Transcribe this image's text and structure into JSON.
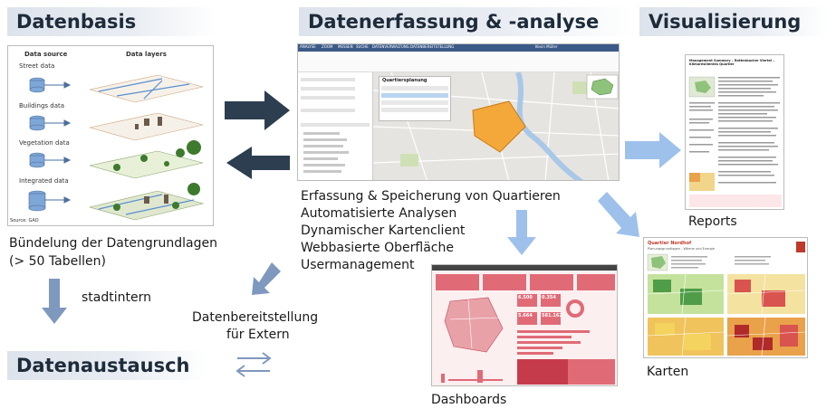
{
  "headers": {
    "datenbasis": "Datenbasis",
    "erfassung": "Datenerfassung & -analyse",
    "visualisierung": "Visualisierung",
    "austausch": "Datenaustausch"
  },
  "datenbasis_panel": {
    "col_source": "Data source",
    "col_layers": "Data layers",
    "items": [
      "Street data",
      "Buildings data",
      "Vegetation data",
      "Integrated data"
    ],
    "source_note": "Source: GAO"
  },
  "datenbasis_text": [
    "Bündelung der Datengrundlagen",
    "(> 50 Tabellen)"
  ],
  "stadtintern": "stadtintern",
  "bereitstellung": [
    "Datenbereitstellung",
    "für Extern"
  ],
  "features": [
    "Erfassung & Speicherung von Quartieren",
    "Automatisierte Analysen",
    "Dynamischer Kartenclient",
    "Webbasierte Oberfläche",
    "Usermanagement"
  ],
  "outputs": {
    "reports": "Reports",
    "karten": "Karten",
    "dashboards": "Dashboards"
  },
  "app": {
    "tabs": [
      "ANALYSE",
      "ZOOM",
      "MESSEN",
      "SUCHE",
      "DATENVERWALTUNG",
      "DATENBEREITSTELLUNG"
    ],
    "panel_title": "Quartiersplanung",
    "user": "Kevin Müller"
  },
  "report": {
    "title": "Management Summary – Rottenbacher Viertel – Klimaresilientes Quartier"
  },
  "karte": {
    "title": "Quartier Nordhof",
    "subtitle": "Planungsgrundlagen - Wärme und Energie"
  },
  "dashboard": {
    "kpis": [
      "6.500",
      "0.354",
      "5.664",
      "581.162"
    ]
  },
  "colors": {
    "arrow_dark": "#2c3e50",
    "arrow_light": "#9ec1ec",
    "arrow_mid": "#7f98bd",
    "polygon": "#f4a83a",
    "dash_red": "#e06b77"
  }
}
